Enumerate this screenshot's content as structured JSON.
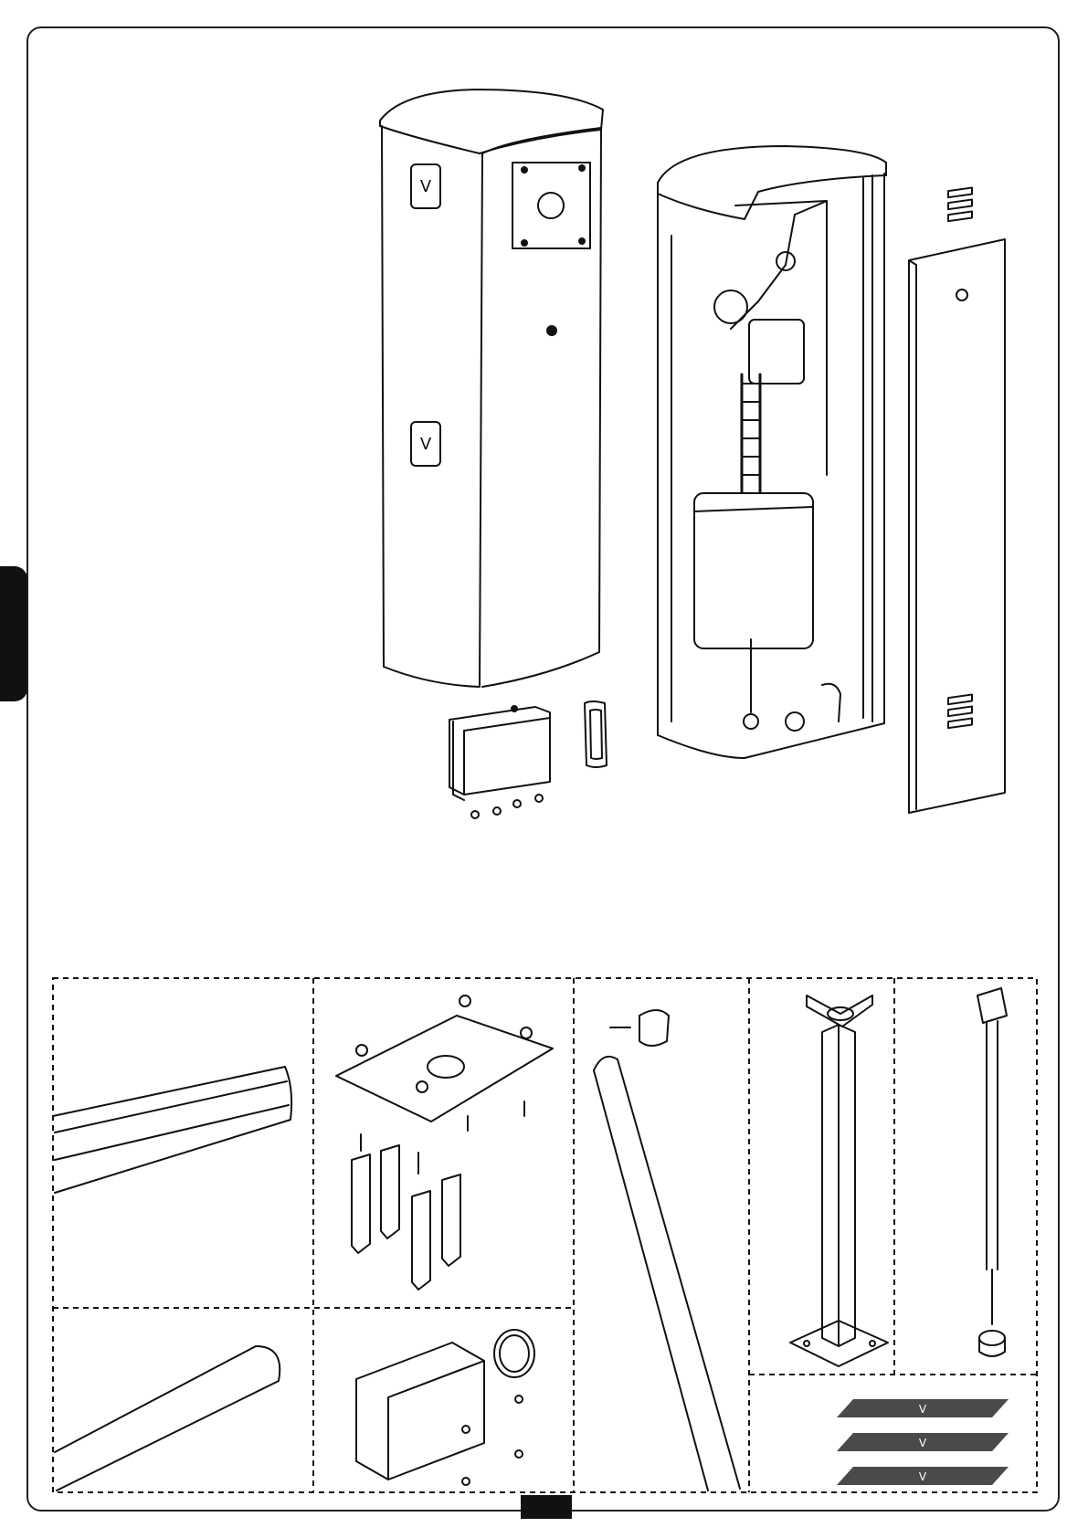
{
  "document": {
    "type": "installation-manual-page",
    "figures": [
      {
        "id": "barrier-cabinet-closed",
        "icon": "cabinet-front-icon"
      },
      {
        "id": "barrier-cabinet-open",
        "icon": "cabinet-mechanism-icon"
      },
      {
        "id": "front-panel",
        "icon": "panel-icon"
      },
      {
        "id": "junction-box-kit",
        "icon": "box-icon"
      },
      {
        "id": "grommet",
        "icon": "grommet-icon"
      }
    ],
    "accessories": [
      {
        "id": "rectangular-boom",
        "icon": "rect-boom-icon"
      },
      {
        "id": "anchor-plate-kit",
        "icon": "anchor-plate-icon"
      },
      {
        "id": "round-boom",
        "icon": "round-boom-icon"
      },
      {
        "id": "fixed-support-post",
        "icon": "support-post-icon"
      },
      {
        "id": "pivoting-rest",
        "icon": "pivot-rest-icon"
      },
      {
        "id": "round-boom-small",
        "icon": "round-boom-icon"
      },
      {
        "id": "boom-adapter-kit",
        "icon": "boom-adapter-icon"
      },
      {
        "id": "reflective-stickers",
        "icon": "sticker-icon"
      }
    ],
    "colors": {
      "ink": "#111111",
      "sticker": "#4a4a4a",
      "border": "#222222"
    }
  }
}
